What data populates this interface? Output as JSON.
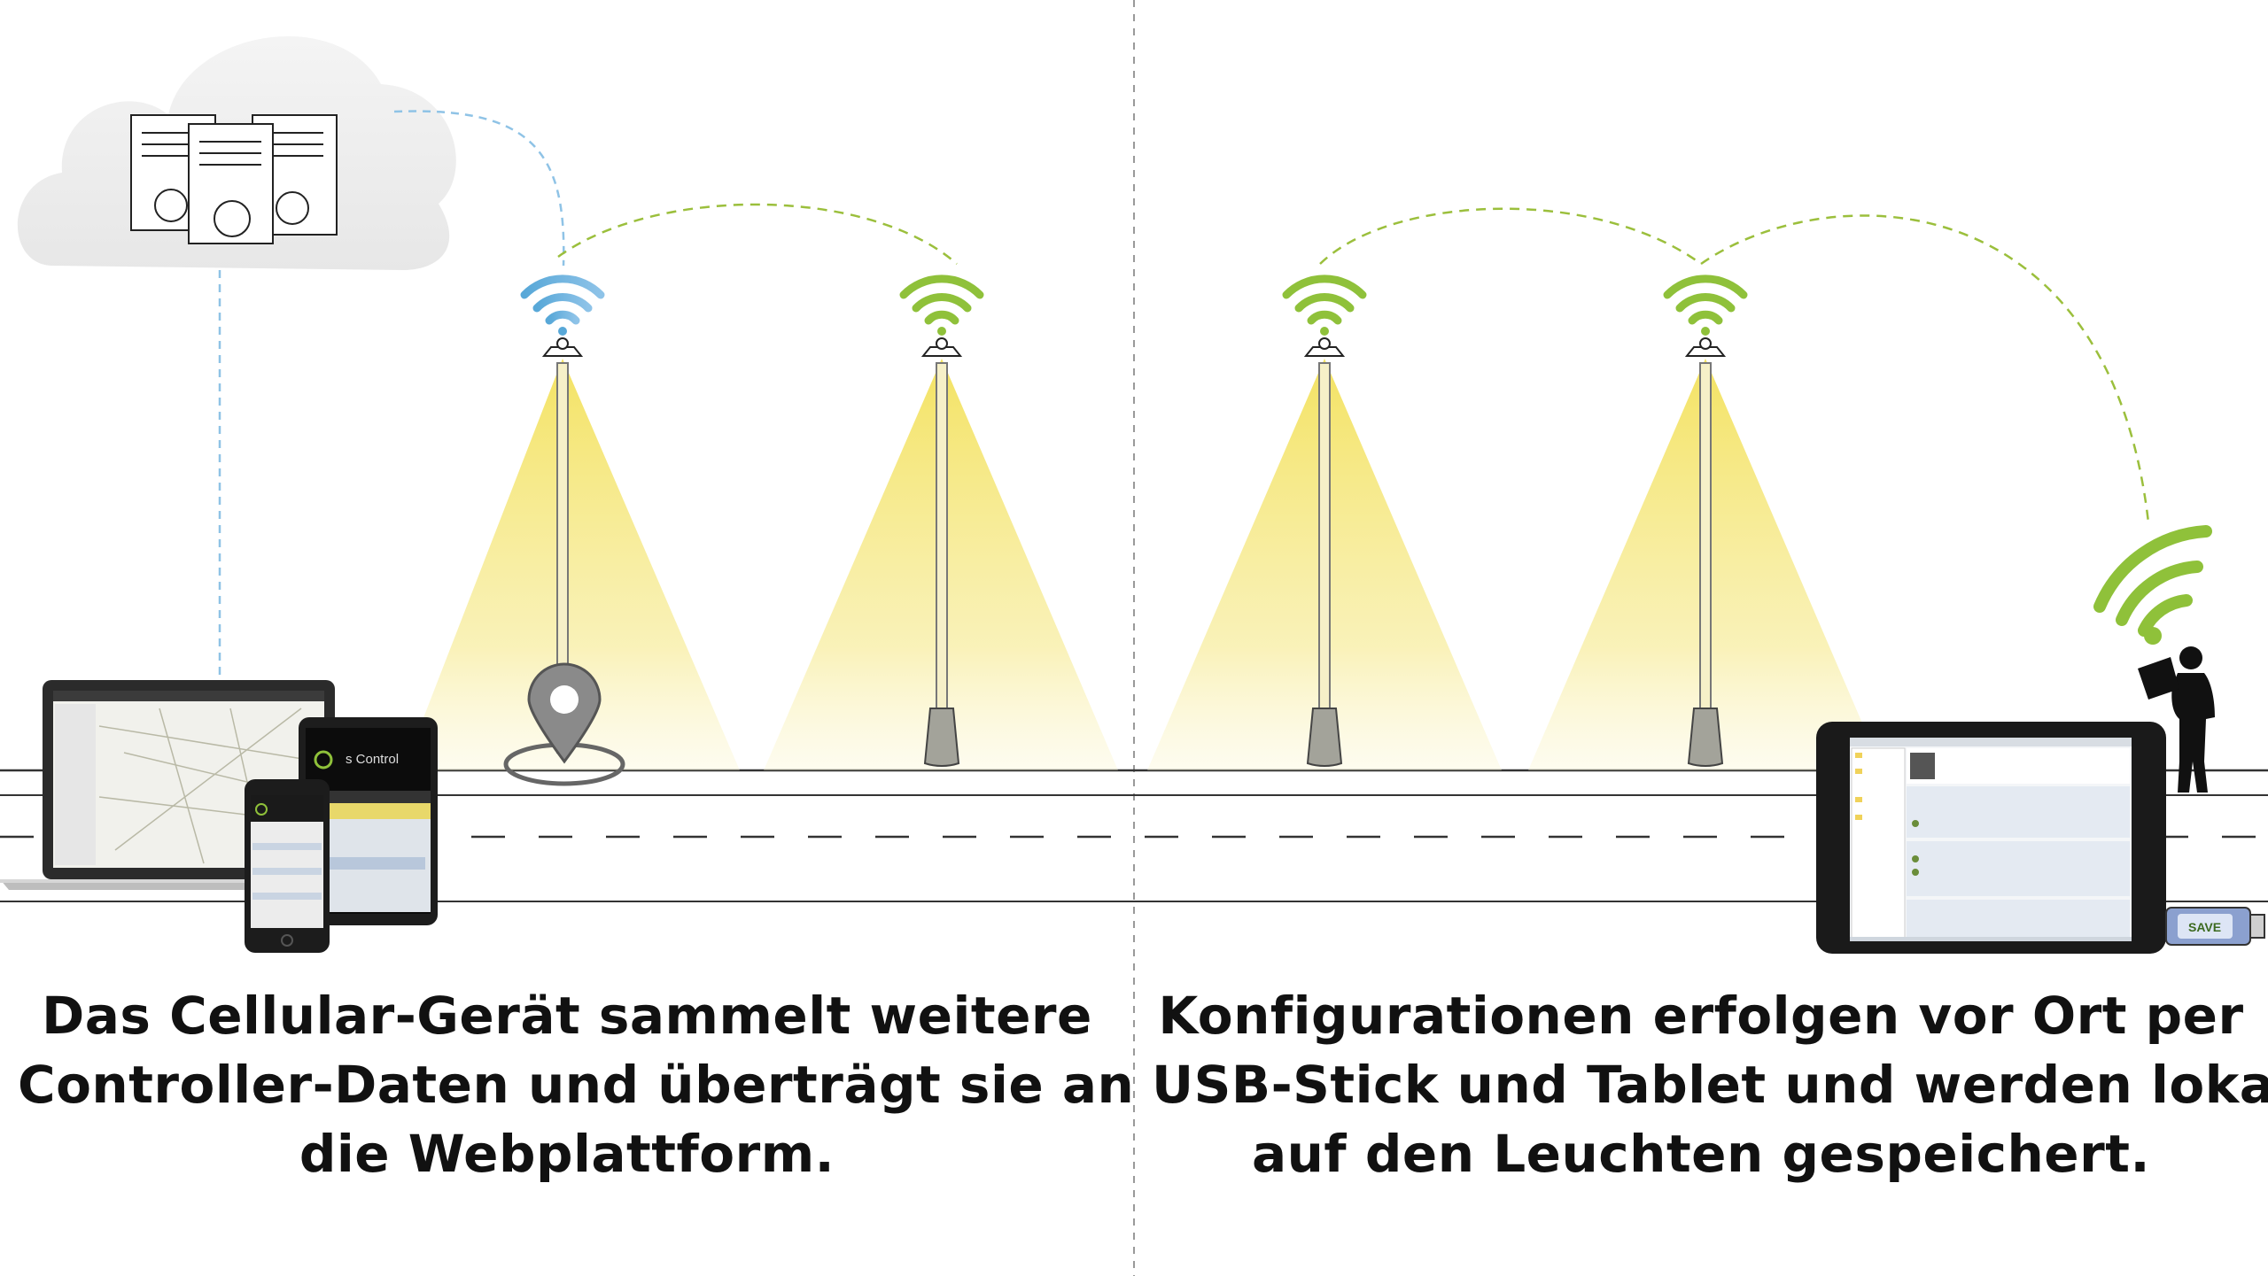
{
  "captions": {
    "left": {
      "line1": "Das Cellular-Gerät sammelt weitere",
      "line2": "Controller-Daten und überträgt sie an",
      "line3": "die Webplattform."
    },
    "right": {
      "line1": "Konfigurationen erfolgen vor Ort per",
      "line2": "USB-Stick und Tablet und werden lokal",
      "line3": "auf den Leuchten gespeichert."
    }
  },
  "devices": {
    "tablet_brand_text": "s Control",
    "usb_stick_text": "SAVE"
  },
  "colors": {
    "cloud": "#ededed",
    "cellular_link": "#8fc3e6",
    "mesh_link": "#9bbf3c",
    "light_cone": "#f5e77a",
    "wifi_blue": "#6aa7d9",
    "wifi_green": "#8fc13a",
    "road_line": "#333333",
    "pin": "#777777"
  }
}
